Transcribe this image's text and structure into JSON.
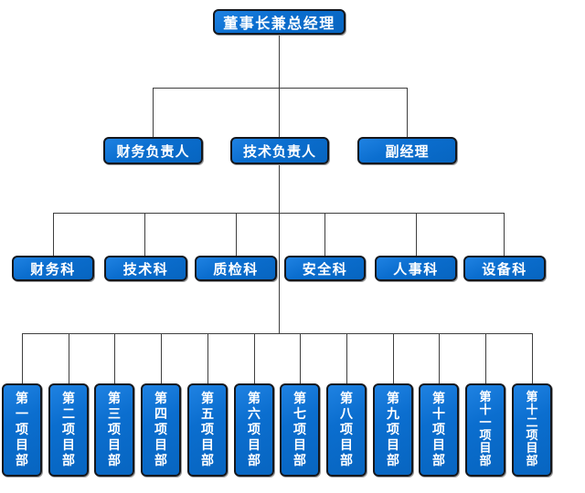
{
  "org_chart": {
    "root": {
      "label": "董事长兼总经理"
    },
    "level2": [
      {
        "label": "财务负责人"
      },
      {
        "label": "技术负责人"
      },
      {
        "label": "副经理"
      }
    ],
    "level3": [
      {
        "label": "财务科"
      },
      {
        "label": "技术科"
      },
      {
        "label": "质检科"
      },
      {
        "label": "安全科"
      },
      {
        "label": "人事科"
      },
      {
        "label": "设备科"
      }
    ],
    "level4": [
      {
        "label": "第一项目部"
      },
      {
        "label": "第二项目部"
      },
      {
        "label": "第三项目部"
      },
      {
        "label": "第四项目部"
      },
      {
        "label": "第五项目部"
      },
      {
        "label": "第六项目部"
      },
      {
        "label": "第七项目部"
      },
      {
        "label": "第八项目部"
      },
      {
        "label": "第九项目部"
      },
      {
        "label": "第十项目部"
      },
      {
        "label": "第十一项目部"
      },
      {
        "label": "第十二项目部"
      }
    ]
  },
  "colors": {
    "box_fill": "#0b6ecf",
    "box_border": "#15171c",
    "connector": "#3f3f3f",
    "text": "#ffffff",
    "background": "#ffffff"
  }
}
